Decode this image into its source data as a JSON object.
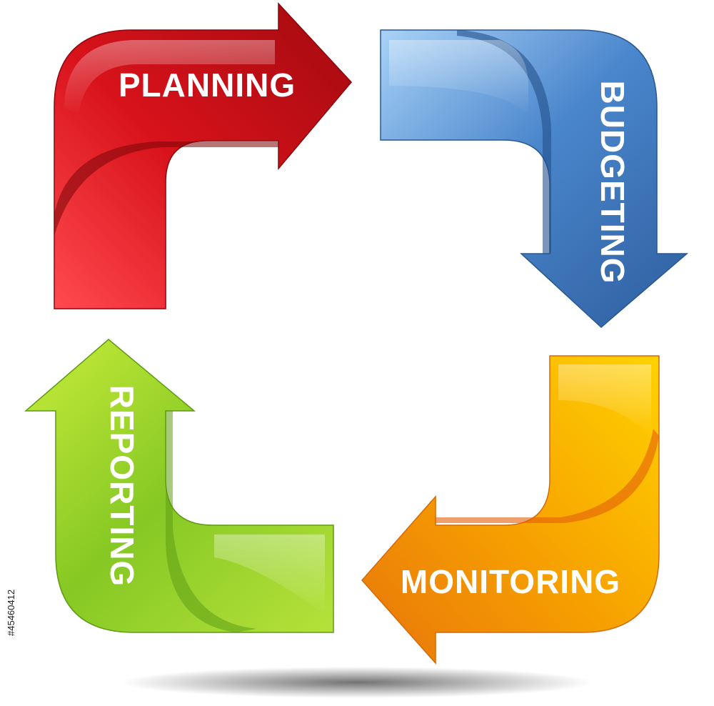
{
  "diagram": {
    "type": "cycle",
    "steps": [
      {
        "id": "planning",
        "label": "PLANNING",
        "color": "#d8121b"
      },
      {
        "id": "budgeting",
        "label": "BUDGETING",
        "color": "#3f78c0"
      },
      {
        "id": "monitoring",
        "label": "MONITORING",
        "color": "#f59a00"
      },
      {
        "id": "reporting",
        "label": "REPORTING",
        "color": "#7ec21e"
      }
    ],
    "edges": [
      {
        "from": "planning",
        "to": "budgeting"
      },
      {
        "from": "budgeting",
        "to": "monitoring"
      },
      {
        "from": "monitoring",
        "to": "reporting"
      },
      {
        "from": "reporting",
        "to": "planning"
      }
    ]
  },
  "stock_id": "#45460412"
}
